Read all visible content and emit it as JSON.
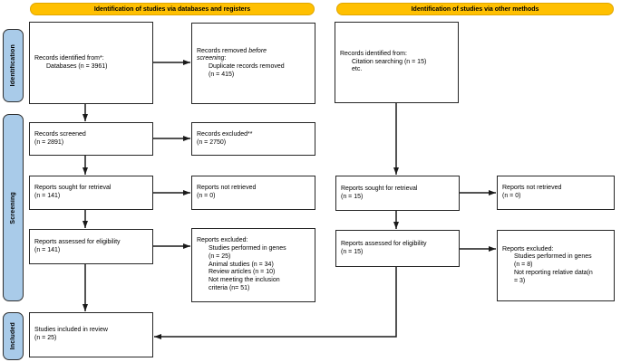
{
  "colors": {
    "banner": "#FFC000",
    "sidebar": "#A9CBE9",
    "border": "#262626",
    "arrow": "#1a1a1a"
  },
  "headers": {
    "databases": "Identification of studies via databases and registers",
    "other": "Identification of studies via other methods"
  },
  "sidebar": {
    "identification": "Identification",
    "screening": "Screening",
    "included": "Included"
  },
  "boxes": {
    "db_identified": {
      "lines": [
        "Records identified from*:",
        "Databases (n = 3961)"
      ]
    },
    "removed": {
      "rich": {
        "normal1": "Records removed ",
        "italic1": "before",
        "italic2": "screening",
        "colon": ":"
      },
      "lines": [
        "Duplicate records removed",
        "(n = 415)"
      ]
    },
    "screened": {
      "lines": [
        "Records screened",
        "(n = 2891)"
      ]
    },
    "records_excluded": {
      "lines": [
        "Records excluded**",
        "(n = 2750)"
      ]
    },
    "sought_db": {
      "lines": [
        "Reports sought for retrieval",
        "(n = 141)"
      ]
    },
    "not_retrieved_db": {
      "lines": [
        "Reports not retrieved",
        "(n = 0)"
      ]
    },
    "assessed_db": {
      "lines": [
        "Reports assessed for eligibility",
        "(n = 141)"
      ]
    },
    "reports_excluded_db": {
      "lines": [
        "Reports excluded:",
        "Studies performed in genes",
        "(n = 25)",
        "Animal studies (n = 34)",
        "Review articles (n = 10)",
        "Not meeting the inclusion",
        "criteria (n= 51)"
      ]
    },
    "included": {
      "lines": [
        "Studies included in review",
        "(n = 25)"
      ]
    },
    "other_identified": {
      "lines": [
        "Records identified from:",
        "Citation searching (n = 15)",
        "etc."
      ]
    },
    "sought_other": {
      "lines": [
        "Reports sought for retrieval",
        "(n = 15)"
      ]
    },
    "not_retrieved_other": {
      "lines": [
        "Reports not retrieved",
        "(n = 0)"
      ]
    },
    "assessed_other": {
      "lines": [
        "Reports assessed for eligibility",
        "(n = 15)"
      ]
    },
    "reports_excluded_other": {
      "lines": [
        "Reports excluded:",
        "Studies performed in genes",
        "(n = 8)",
        "Not reporting relative data(n",
        "= 3)"
      ]
    }
  }
}
